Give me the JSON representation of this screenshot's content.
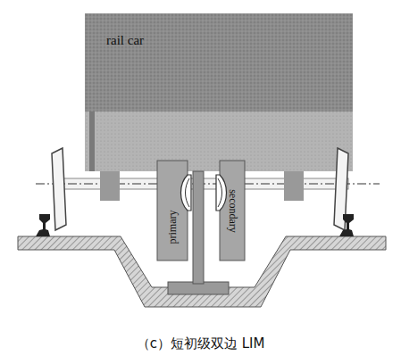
{
  "diagram": {
    "caption": "（c）短初级双边 LIM",
    "nodes": [
      {
        "text": [
          "rail car"
        ]
      },
      {
        "text": [
          "primary"
        ]
      },
      {
        "text": [
          "secondary"
        ]
      }
    ]
  }
}
